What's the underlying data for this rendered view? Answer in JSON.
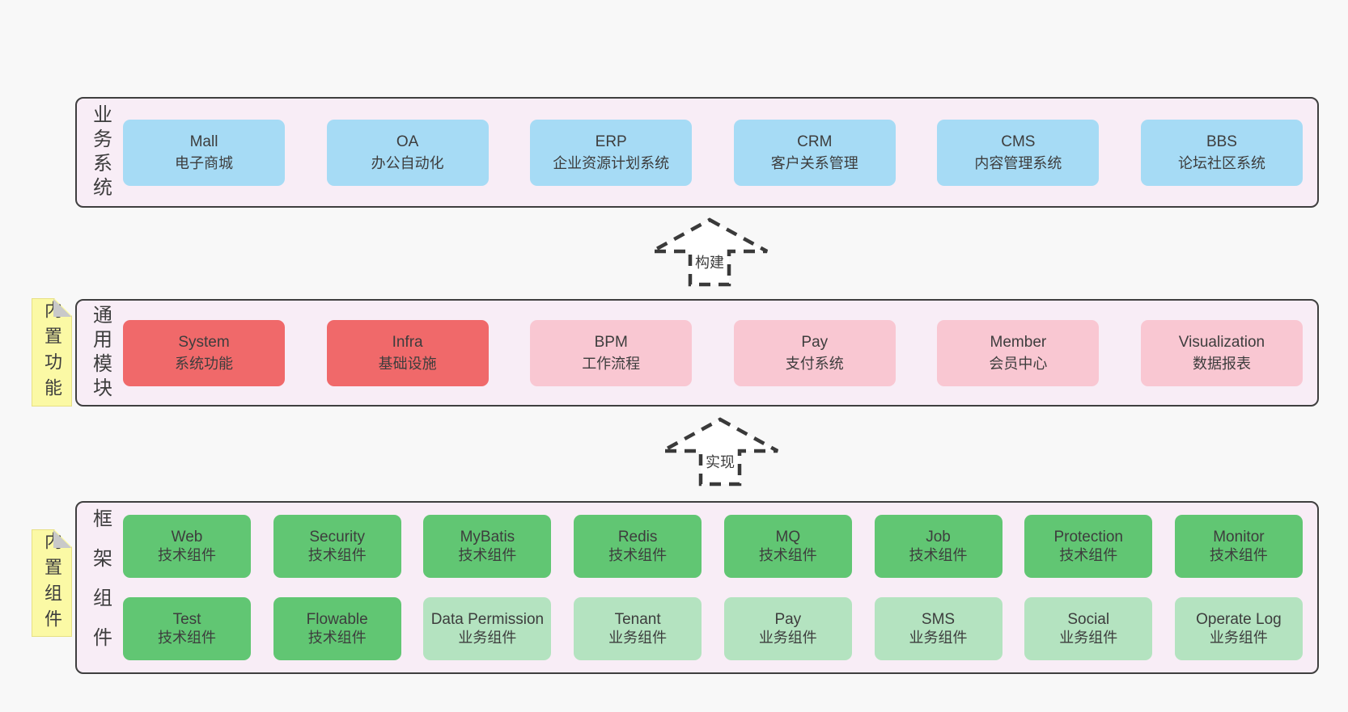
{
  "colors": {
    "background": "#f8f8f8",
    "panel_bg": "#f8edf6",
    "panel_border": "#3f3f3f",
    "blue": "#a6dbf5",
    "red": "#f0696a",
    "pink": "#f9c7d2",
    "green_dark": "#61c673",
    "green_light": "#b4e3c0",
    "sticky_yellow": "#fbf9a5",
    "sticky_fold": "#c9c9c9",
    "text": "#3d3d3d"
  },
  "arrows": {
    "build": {
      "label": "构建"
    },
    "implement": {
      "label": "实现"
    }
  },
  "panels": {
    "business": {
      "label": "业务系统",
      "items": [
        {
          "title": "Mall",
          "subtitle": "电子商城",
          "variant": "blue"
        },
        {
          "title": "OA",
          "subtitle": "办公自动化",
          "variant": "blue"
        },
        {
          "title": "ERP",
          "subtitle": "企业资源计划系统",
          "variant": "blue"
        },
        {
          "title": "CRM",
          "subtitle": "客户关系管理",
          "variant": "blue"
        },
        {
          "title": "CMS",
          "subtitle": "内容管理系统",
          "variant": "blue"
        },
        {
          "title": "BBS",
          "subtitle": "论坛社区系统",
          "variant": "blue"
        }
      ]
    },
    "modules": {
      "sticky": "内置功能",
      "label": "通用模块",
      "items": [
        {
          "title": "System",
          "subtitle": "系统功能",
          "variant": "red"
        },
        {
          "title": "Infra",
          "subtitle": "基础设施",
          "variant": "red"
        },
        {
          "title": "BPM",
          "subtitle": "工作流程",
          "variant": "pink"
        },
        {
          "title": "Pay",
          "subtitle": "支付系统",
          "variant": "pink"
        },
        {
          "title": "Member",
          "subtitle": "会员中心",
          "variant": "pink"
        },
        {
          "title": "Visualization",
          "subtitle": "数据报表",
          "variant": "pink"
        }
      ]
    },
    "components": {
      "sticky": "内置组件",
      "label": "框架组件",
      "rows": [
        [
          {
            "title": "Web",
            "subtitle": "技术组件",
            "variant": "green"
          },
          {
            "title": "Security",
            "subtitle": "技术组件",
            "variant": "green"
          },
          {
            "title": "MyBatis",
            "subtitle": "技术组件",
            "variant": "green"
          },
          {
            "title": "Redis",
            "subtitle": "技术组件",
            "variant": "green"
          },
          {
            "title": "MQ",
            "subtitle": "技术组件",
            "variant": "green"
          },
          {
            "title": "Job",
            "subtitle": "技术组件",
            "variant": "green"
          },
          {
            "title": "Protection",
            "subtitle": "技术组件",
            "variant": "green"
          },
          {
            "title": "Monitor",
            "subtitle": "技术组件",
            "variant": "green"
          }
        ],
        [
          {
            "title": "Test",
            "subtitle": "技术组件",
            "variant": "green"
          },
          {
            "title": "Flowable",
            "subtitle": "技术组件",
            "variant": "green"
          },
          {
            "title": "Data Permission",
            "subtitle": "业务组件",
            "variant": "green-light"
          },
          {
            "title": "Tenant",
            "subtitle": "业务组件",
            "variant": "green-light"
          },
          {
            "title": "Pay",
            "subtitle": "业务组件",
            "variant": "green-light"
          },
          {
            "title": "SMS",
            "subtitle": "业务组件",
            "variant": "green-light"
          },
          {
            "title": "Social",
            "subtitle": "业务组件",
            "variant": "green-light"
          },
          {
            "title": "Operate Log",
            "subtitle": "业务组件",
            "variant": "green-light"
          }
        ]
      ]
    }
  }
}
